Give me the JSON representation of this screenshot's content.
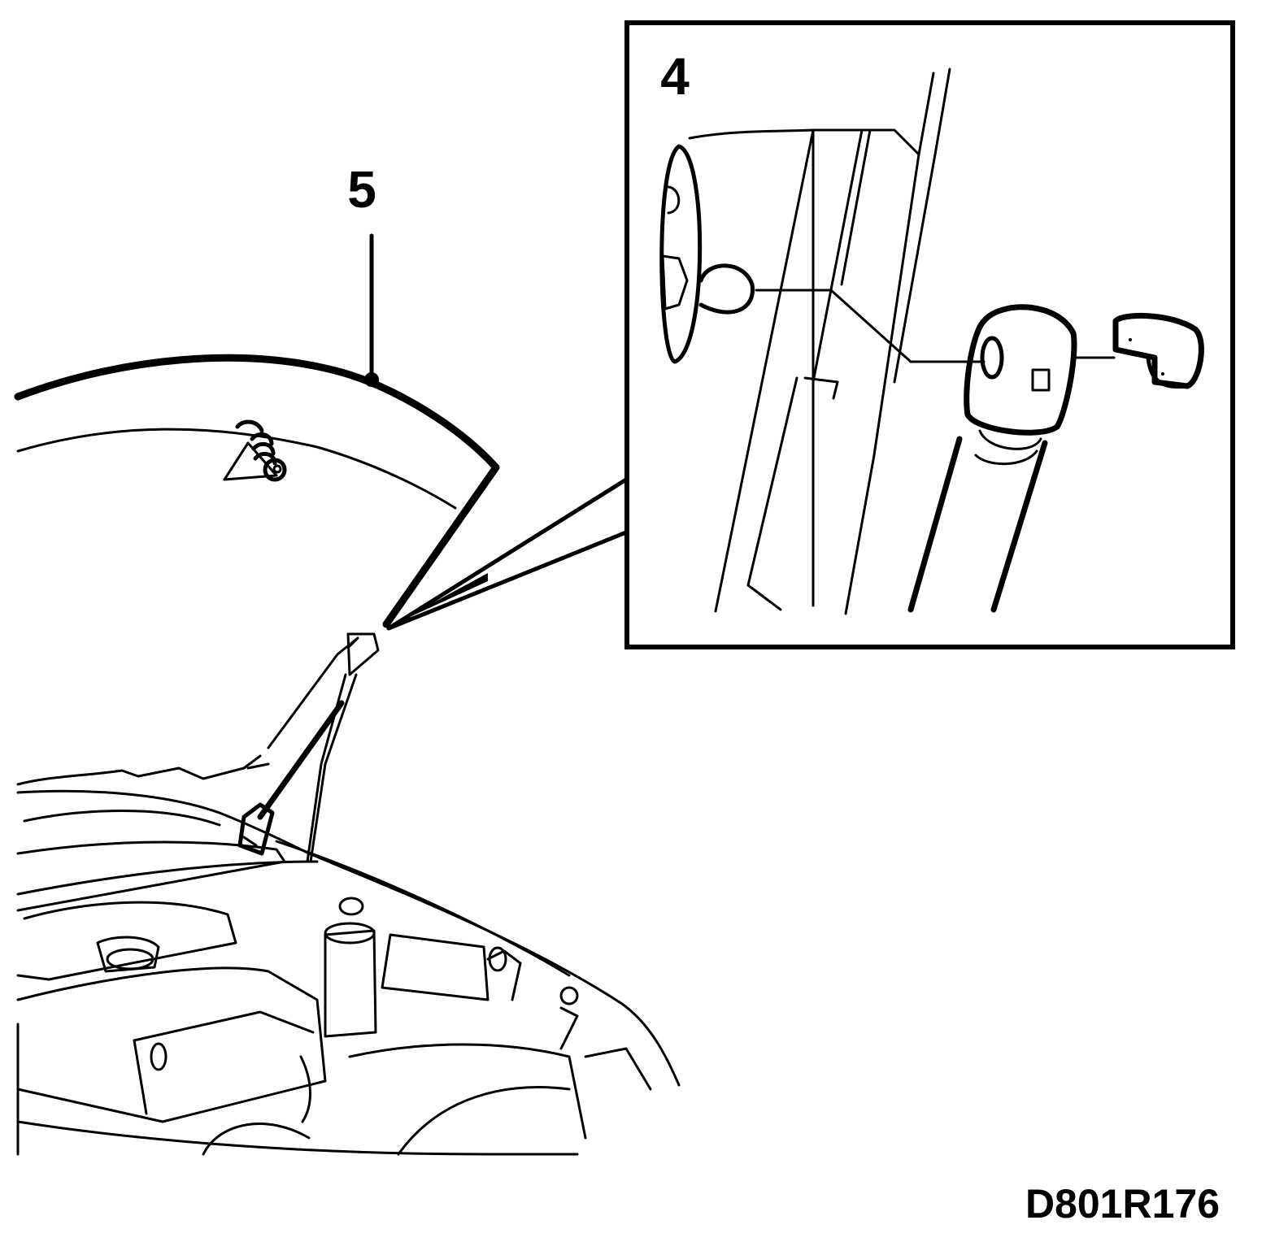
{
  "callouts": {
    "bonnet": "5",
    "gas_strut_inset": "4"
  },
  "figure_code": "D801R176",
  "colors": {
    "ink": "#000000",
    "paper": "#ffffff"
  }
}
